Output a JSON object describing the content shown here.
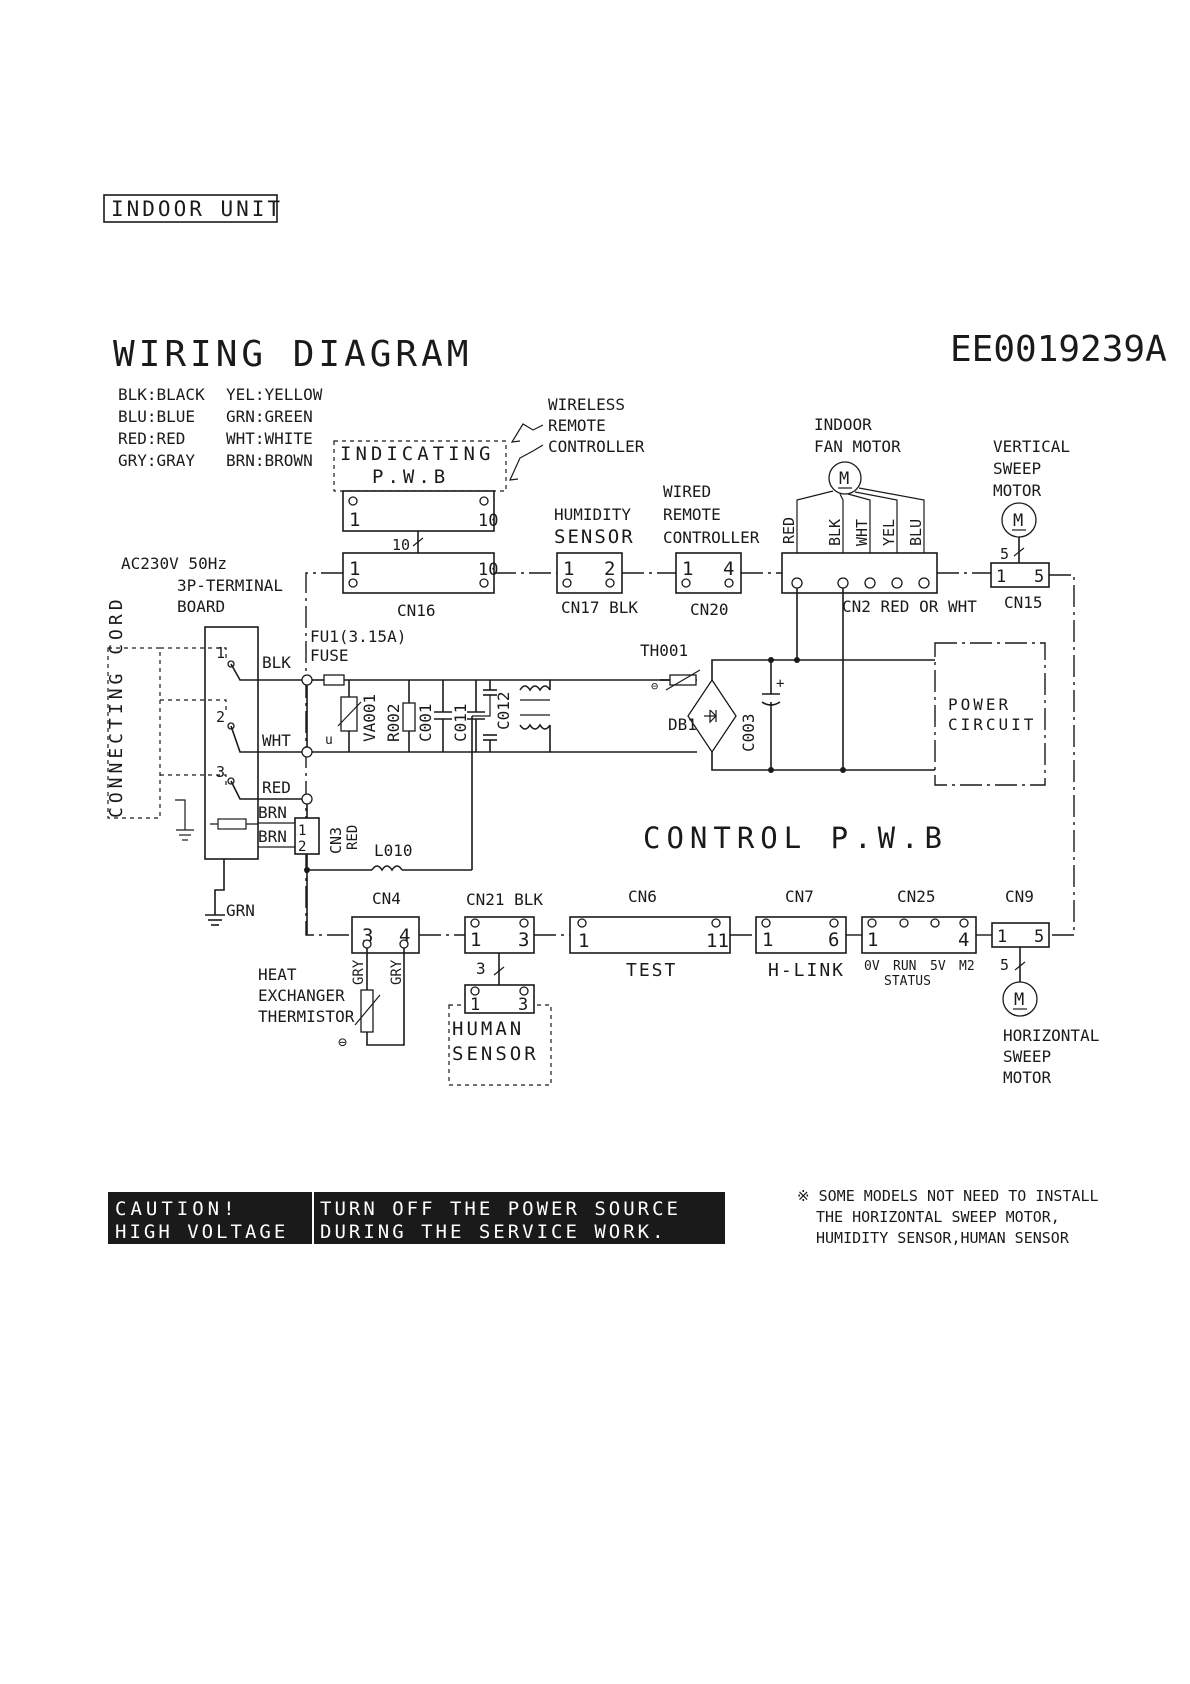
{
  "header": {
    "unit_label": "INDOOR UNIT"
  },
  "diagram": {
    "title": "WIRING DIAGRAM",
    "code": "EE0019239A"
  },
  "legend": [
    {
      "code": "BLK:BLACK"
    },
    {
      "code": "BLU:BLUE"
    },
    {
      "code": "RED:RED"
    },
    {
      "code": "GRY:GRAY"
    },
    {
      "code": "YEL:YELLOW"
    },
    {
      "code": "GRN:GREEN"
    },
    {
      "code": "WHT:WHITE"
    },
    {
      "code": "BRN:BROWN"
    }
  ],
  "wireless": {
    "l1": "WIRELESS",
    "l2": "REMOTE",
    "l3": "CONTROLLER"
  },
  "indicating_pwb": {
    "l1": "INDICATING",
    "l2": "P.W.B",
    "pin1": "1",
    "pin10": "10",
    "bus": "10"
  },
  "cn16": {
    "name": "CN16",
    "pin1": "1",
    "pin10": "10"
  },
  "humidity": {
    "l1": "HUMIDITY",
    "l2": "SENSOR",
    "name": "CN17 BLK",
    "pin1": "1",
    "pin2": "2"
  },
  "wired_remote": {
    "l1": "WIRED",
    "l2": "REMOTE",
    "l3": "CONTROLLER",
    "name": "CN20",
    "pin1": "1",
    "pin4": "4"
  },
  "fan_motor": {
    "l1": "INDOOR",
    "l2": "FAN MOTOR",
    "symbol": "M",
    "wires": [
      "RED",
      "BLK",
      "WHT",
      "YEL",
      "BLU"
    ],
    "connector": "CN2 RED OR WHT"
  },
  "vertical_sweep": {
    "l1": "VERTICAL",
    "l2": "SWEEP",
    "l3": "MOTOR",
    "symbol": "M",
    "bus": "5",
    "name": "CN15",
    "pin1": "1",
    "pin5": "5"
  },
  "supply": {
    "voltage": "AC230V 50Hz",
    "board1": "3P-TERMINAL",
    "board2": "BOARD",
    "cord": "CONNECTING CORD"
  },
  "terminals": {
    "t1": "1",
    "t2": "2",
    "t3": "3",
    "blk": "BLK",
    "wht": "WHT",
    "red": "RED",
    "brn1": "BRN",
    "brn2": "BRN",
    "grn": "GRN"
  },
  "fuse": {
    "l1": "FU1(3.15A)",
    "l2": "FUSE"
  },
  "components": {
    "va001": "VA001",
    "r002": "R002",
    "c001": "C001",
    "c011": "C011",
    "c012": "C012",
    "th001": "TH001",
    "db1": "DB1",
    "c003": "C003",
    "l010": "L010",
    "cn3a": "CN3",
    "cn3b": "RED",
    "cn3p1": "1",
    "cn3p2": "2"
  },
  "power_circuit": {
    "l1": "POWER",
    "l2": "CIRCUIT"
  },
  "control_pwb": "CONTROL P.W.B",
  "cn4": {
    "name": "CN4",
    "pin3": "3",
    "pin4": "4",
    "gry1": "GRY",
    "gry2": "GRY"
  },
  "heat_exchanger": {
    "l1": "HEAT",
    "l2": "EXCHANGER",
    "l3": "THERMISTOR"
  },
  "cn21": {
    "name": "CN21 BLK",
    "pin1": "1",
    "pin3": "3",
    "bus": "3"
  },
  "human_sensor": {
    "l1": "HUMAN",
    "l2": "SENSOR",
    "pin1": "1",
    "pin3": "3"
  },
  "cn6": {
    "name": "CN6",
    "pin1": "1",
    "pin11": "11",
    "label": "TEST"
  },
  "cn7": {
    "name": "CN7",
    "pin1": "1",
    "pin6": "6",
    "label": "H-LINK"
  },
  "cn25": {
    "name": "CN25",
    "pin1": "1",
    "pin4": "4",
    "s0": "0V",
    "s1": "RUN",
    "s2": "5V",
    "s3": "M2",
    "status": "STATUS"
  },
  "cn9": {
    "name": "CN9",
    "pin1": "1",
    "pin5": "5",
    "bus": "5"
  },
  "horizontal_sweep": {
    "l1": "HORIZONTAL",
    "l2": "SWEEP",
    "l3": "MOTOR",
    "symbol": "M"
  },
  "caution": {
    "title1": "CAUTION!",
    "title2": "HIGH VOLTAGE",
    "msg1": "TURN OFF THE POWER SOURCE",
    "msg2": "DURING THE SERVICE WORK."
  },
  "note": {
    "l1": "※ SOME MODELS NOT NEED TO INSTALL",
    "l2": "THE HORIZONTAL SWEEP MOTOR,",
    "l3": "HUMIDITY SENSOR,HUMAN SENSOR"
  }
}
